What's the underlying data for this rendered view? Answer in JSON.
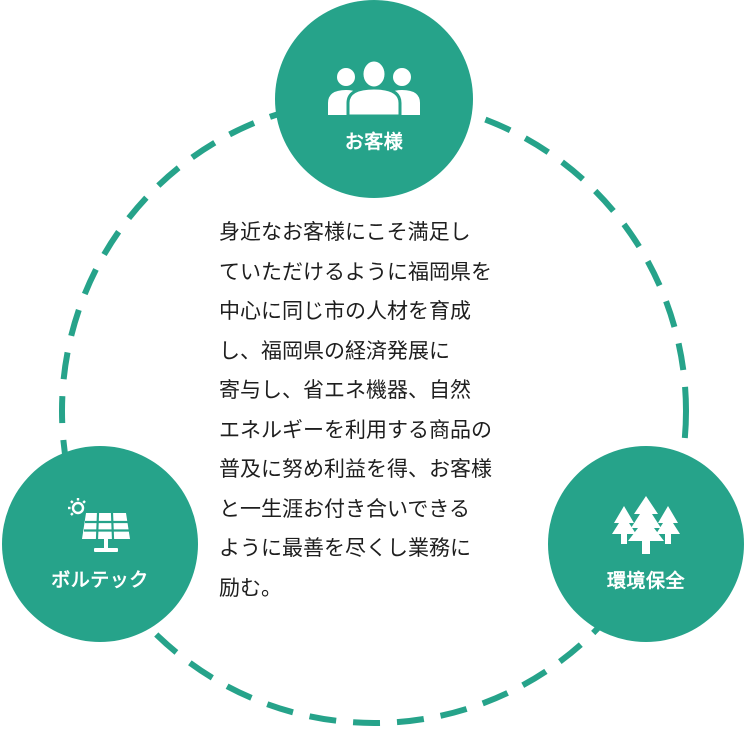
{
  "colors": {
    "accent": "#26a38a",
    "text": "#1e1e1e",
    "background": "#ffffff"
  },
  "nodes": {
    "top": {
      "label": "お客様",
      "icon": "people-group-icon"
    },
    "left": {
      "label": "ボルテック",
      "icon": "solar-panel-icon"
    },
    "right": {
      "label": "環境保全",
      "icon": "trees-icon"
    }
  },
  "body": {
    "lines": [
      "身近なお客様にこそ満足し",
      "ていただけるように福岡県を",
      "中心に同じ市の人材を育成",
      "し、福岡県の経済発展に",
      "寄与し、省エネ機器、自然",
      "エネルギーを利用する商品の",
      "普及に努め利益を得、お客様",
      "と一生涯お付き合いできる",
      "ように最善を尽くし業務に",
      "励む。"
    ]
  }
}
